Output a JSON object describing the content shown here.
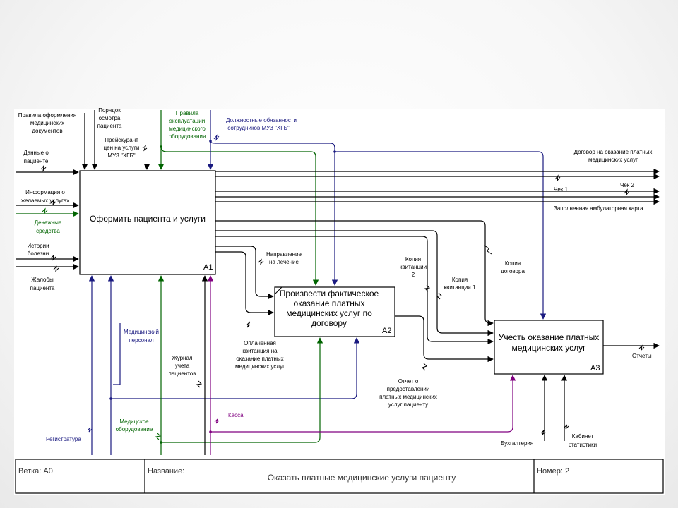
{
  "colors": {
    "black": "#000000",
    "blue": "#1a1a80",
    "green": "#006400",
    "purple": "#800080",
    "frame": "#ffffff"
  },
  "boxes": [
    {
      "title_lines": [
        "Оформить пациента и услуги"
      ],
      "id": "A1"
    },
    {
      "title_lines": [
        "Произвести фактическое",
        "оказание платных",
        "медицинских услуг по",
        "договору"
      ],
      "id": "A2"
    },
    {
      "title_lines": [
        "Учесть оказание платных",
        "медицинских услуг"
      ],
      "id": "A3"
    }
  ],
  "labels": {
    "pravila_oform": [
      "Правила оформления",
      "медицинских",
      "документов"
    ],
    "poryadok": [
      "Порядок",
      "осмотра",
      "пациента"
    ],
    "preyskurant": [
      "Прейскурант",
      "цен на услуги",
      "МУЗ \"ХГБ\""
    ],
    "pravila_expl": [
      "Правила",
      "эксплуатации",
      "медицинского",
      "оборудования"
    ],
    "dolzhnostnye": [
      "Должностные обязанности",
      "сотрудников МУЗ \"ХГБ\""
    ],
    "dannye": [
      "Данные о",
      "пациенте"
    ],
    "informaciya": [
      "Информация о",
      "желаемых услугах"
    ],
    "denezhnye": [
      "Денежные",
      "средства"
    ],
    "istorii": [
      "Истории",
      "болезни"
    ],
    "zhaloby": [
      "Жалобы",
      "пациента"
    ],
    "dogovor": [
      "Договор на оказание платных",
      "медицинских услуг"
    ],
    "chek1": [
      "Чек 1"
    ],
    "chek2": [
      "Чек 2"
    ],
    "zapolnennaya": [
      "Заполненная амбулаторная карта"
    ],
    "napravlenie": [
      "Направление",
      "на лечение"
    ],
    "kopiya_kv2": [
      "Копия",
      "квитанции",
      "2"
    ],
    "kopiya_kv1": [
      "Копия",
      "квитанции 1"
    ],
    "kopiya_dog": [
      "Копия",
      "договора"
    ],
    "oplachennaya": [
      "Оплаченная",
      "квитанция на",
      "оказание платных",
      "медицинских услуг"
    ],
    "medpersonal": [
      "Медицинский",
      "персонал"
    ],
    "zhurnal": [
      "Журнал",
      "учета",
      "пациентов"
    ],
    "otchet": [
      "Отчет о",
      "предоставлении",
      "платных медицинских",
      "услуг пациенту"
    ],
    "otchety": [
      "Отчеты"
    ],
    "kassa": [
      "Касса"
    ],
    "medoborud": [
      "Медицское",
      "оборудование"
    ],
    "registratura": [
      "Регистратура"
    ],
    "buhgalteriya": [
      "Бухгалтерия"
    ],
    "kabinet": [
      "Кабинет",
      "статистики"
    ]
  },
  "footer": {
    "node_label": "Ветка: A0",
    "name_label": "Название:",
    "title": "Оказать платные медицинские услуги пациенту",
    "number_label": "Номер: 2"
  }
}
